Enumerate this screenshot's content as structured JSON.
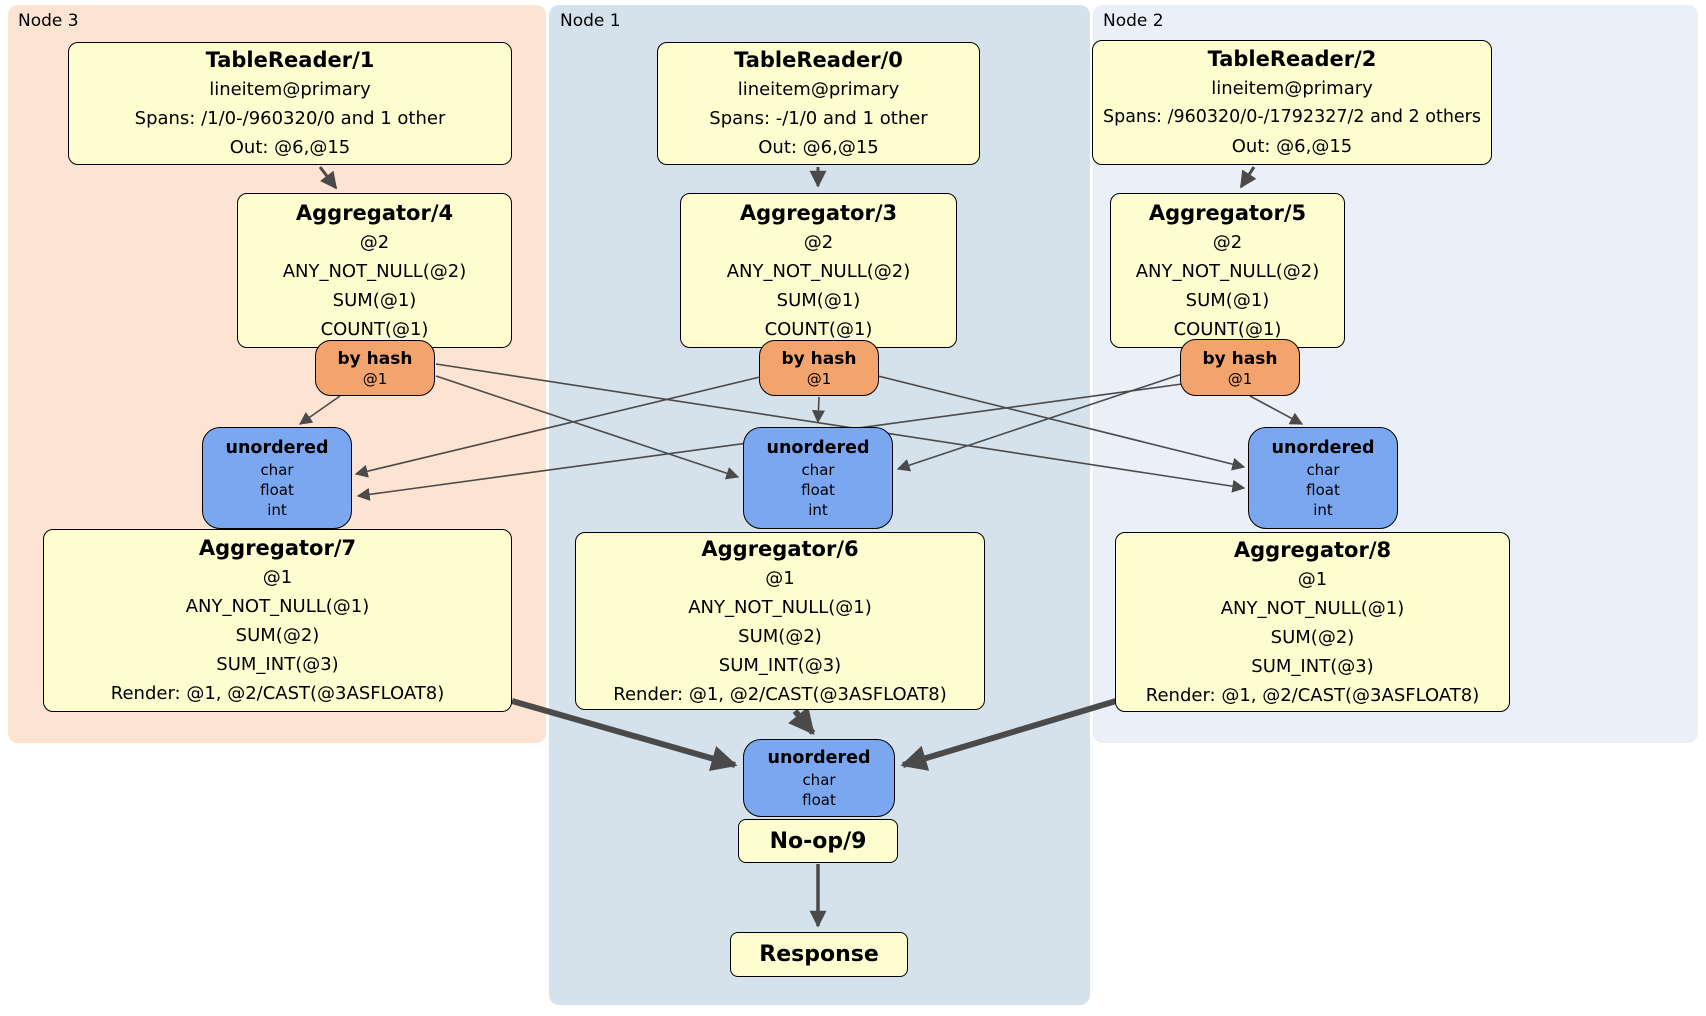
{
  "panels": [
    {
      "label": "Node 3"
    },
    {
      "label": "Node 1"
    },
    {
      "label": "Node 2"
    }
  ],
  "colors": {
    "node3_panel": "#fce3d2",
    "node1_panel": "#d5e2ec",
    "node2_panel": "#eaeff8",
    "processor_fill": "#fdfdd0",
    "router_fill": "#f3a46d",
    "sync_fill": "#7ba7f1",
    "edge": "#4a4a4a"
  },
  "nodes": {
    "tr1": {
      "title": "TableReader/1",
      "lines": [
        "lineitem@primary",
        "Spans: /1/0-/960320/0 and 1 other",
        "Out: @6,@15"
      ]
    },
    "tr0": {
      "title": "TableReader/0",
      "lines": [
        "lineitem@primary",
        "Spans: -/1/0 and 1 other",
        "Out: @6,@15"
      ]
    },
    "tr2": {
      "title": "TableReader/2",
      "lines": [
        "lineitem@primary",
        "Spans: /960320/0-/1792327/2 and 2 others",
        "Out: @6,@15"
      ]
    },
    "agg4": {
      "title": "Aggregator/4",
      "lines": [
        "@2",
        "ANY_NOT_NULL(@2)",
        "SUM(@1)",
        "COUNT(@1)"
      ]
    },
    "agg3": {
      "title": "Aggregator/3",
      "lines": [
        "@2",
        "ANY_NOT_NULL(@2)",
        "SUM(@1)",
        "COUNT(@1)"
      ]
    },
    "agg5": {
      "title": "Aggregator/5",
      "lines": [
        "@2",
        "ANY_NOT_NULL(@2)",
        "SUM(@1)",
        "COUNT(@1)"
      ]
    },
    "agg7": {
      "title": "Aggregator/7",
      "lines": [
        "@1",
        "ANY_NOT_NULL(@1)",
        "SUM(@2)",
        "SUM_INT(@3)",
        "Render: @1, @2/CAST(@3ASFLOAT8)"
      ]
    },
    "agg6": {
      "title": "Aggregator/6",
      "lines": [
        "@1",
        "ANY_NOT_NULL(@1)",
        "SUM(@2)",
        "SUM_INT(@3)",
        "Render: @1, @2/CAST(@3ASFLOAT8)"
      ]
    },
    "agg8": {
      "title": "Aggregator/8",
      "lines": [
        "@1",
        "ANY_NOT_NULL(@1)",
        "SUM(@2)",
        "SUM_INT(@3)",
        "Render: @1, @2/CAST(@3ASFLOAT8)"
      ]
    },
    "hash3": {
      "title": "by hash",
      "lines": [
        "@1"
      ]
    },
    "hash1": {
      "title": "by hash",
      "lines": [
        "@1"
      ]
    },
    "hash2": {
      "title": "by hash",
      "lines": [
        "@1"
      ]
    },
    "un3": {
      "title": "unordered",
      "lines": [
        "char",
        "float",
        "int"
      ]
    },
    "un1": {
      "title": "unordered",
      "lines": [
        "char",
        "float",
        "int"
      ]
    },
    "un2": {
      "title": "unordered",
      "lines": [
        "char",
        "float",
        "int"
      ]
    },
    "unf": {
      "title": "unordered",
      "lines": [
        "char",
        "float"
      ]
    },
    "noop": {
      "title": "No-op/9"
    },
    "resp": {
      "title": "Response"
    }
  }
}
